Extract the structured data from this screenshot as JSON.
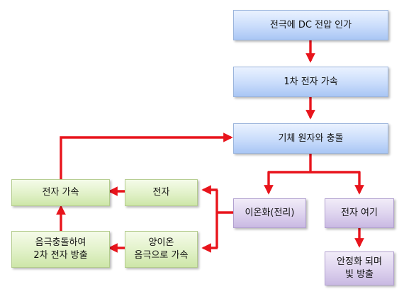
{
  "nodes": {
    "voltage": "전극에 DC 전압 인가",
    "primary_accel": "1차 전자 가속",
    "collision": "기체 원자와 충돌",
    "ionization": "이온화(전리)",
    "excitation": "전자 여기",
    "light": "안정화 되며\n빛 방출",
    "electron": "전자",
    "cation_accel": "양이온\n음극으로 가속",
    "secondary_emission": "음극충돌하여\n2차 전자 방출",
    "electron_accel": "전자 가속"
  },
  "colors": {
    "arrow": "#e8141c",
    "blue_box": "#c9dcfb",
    "green_box": "#e1f1c8",
    "purple_box": "#ddd2ee"
  }
}
